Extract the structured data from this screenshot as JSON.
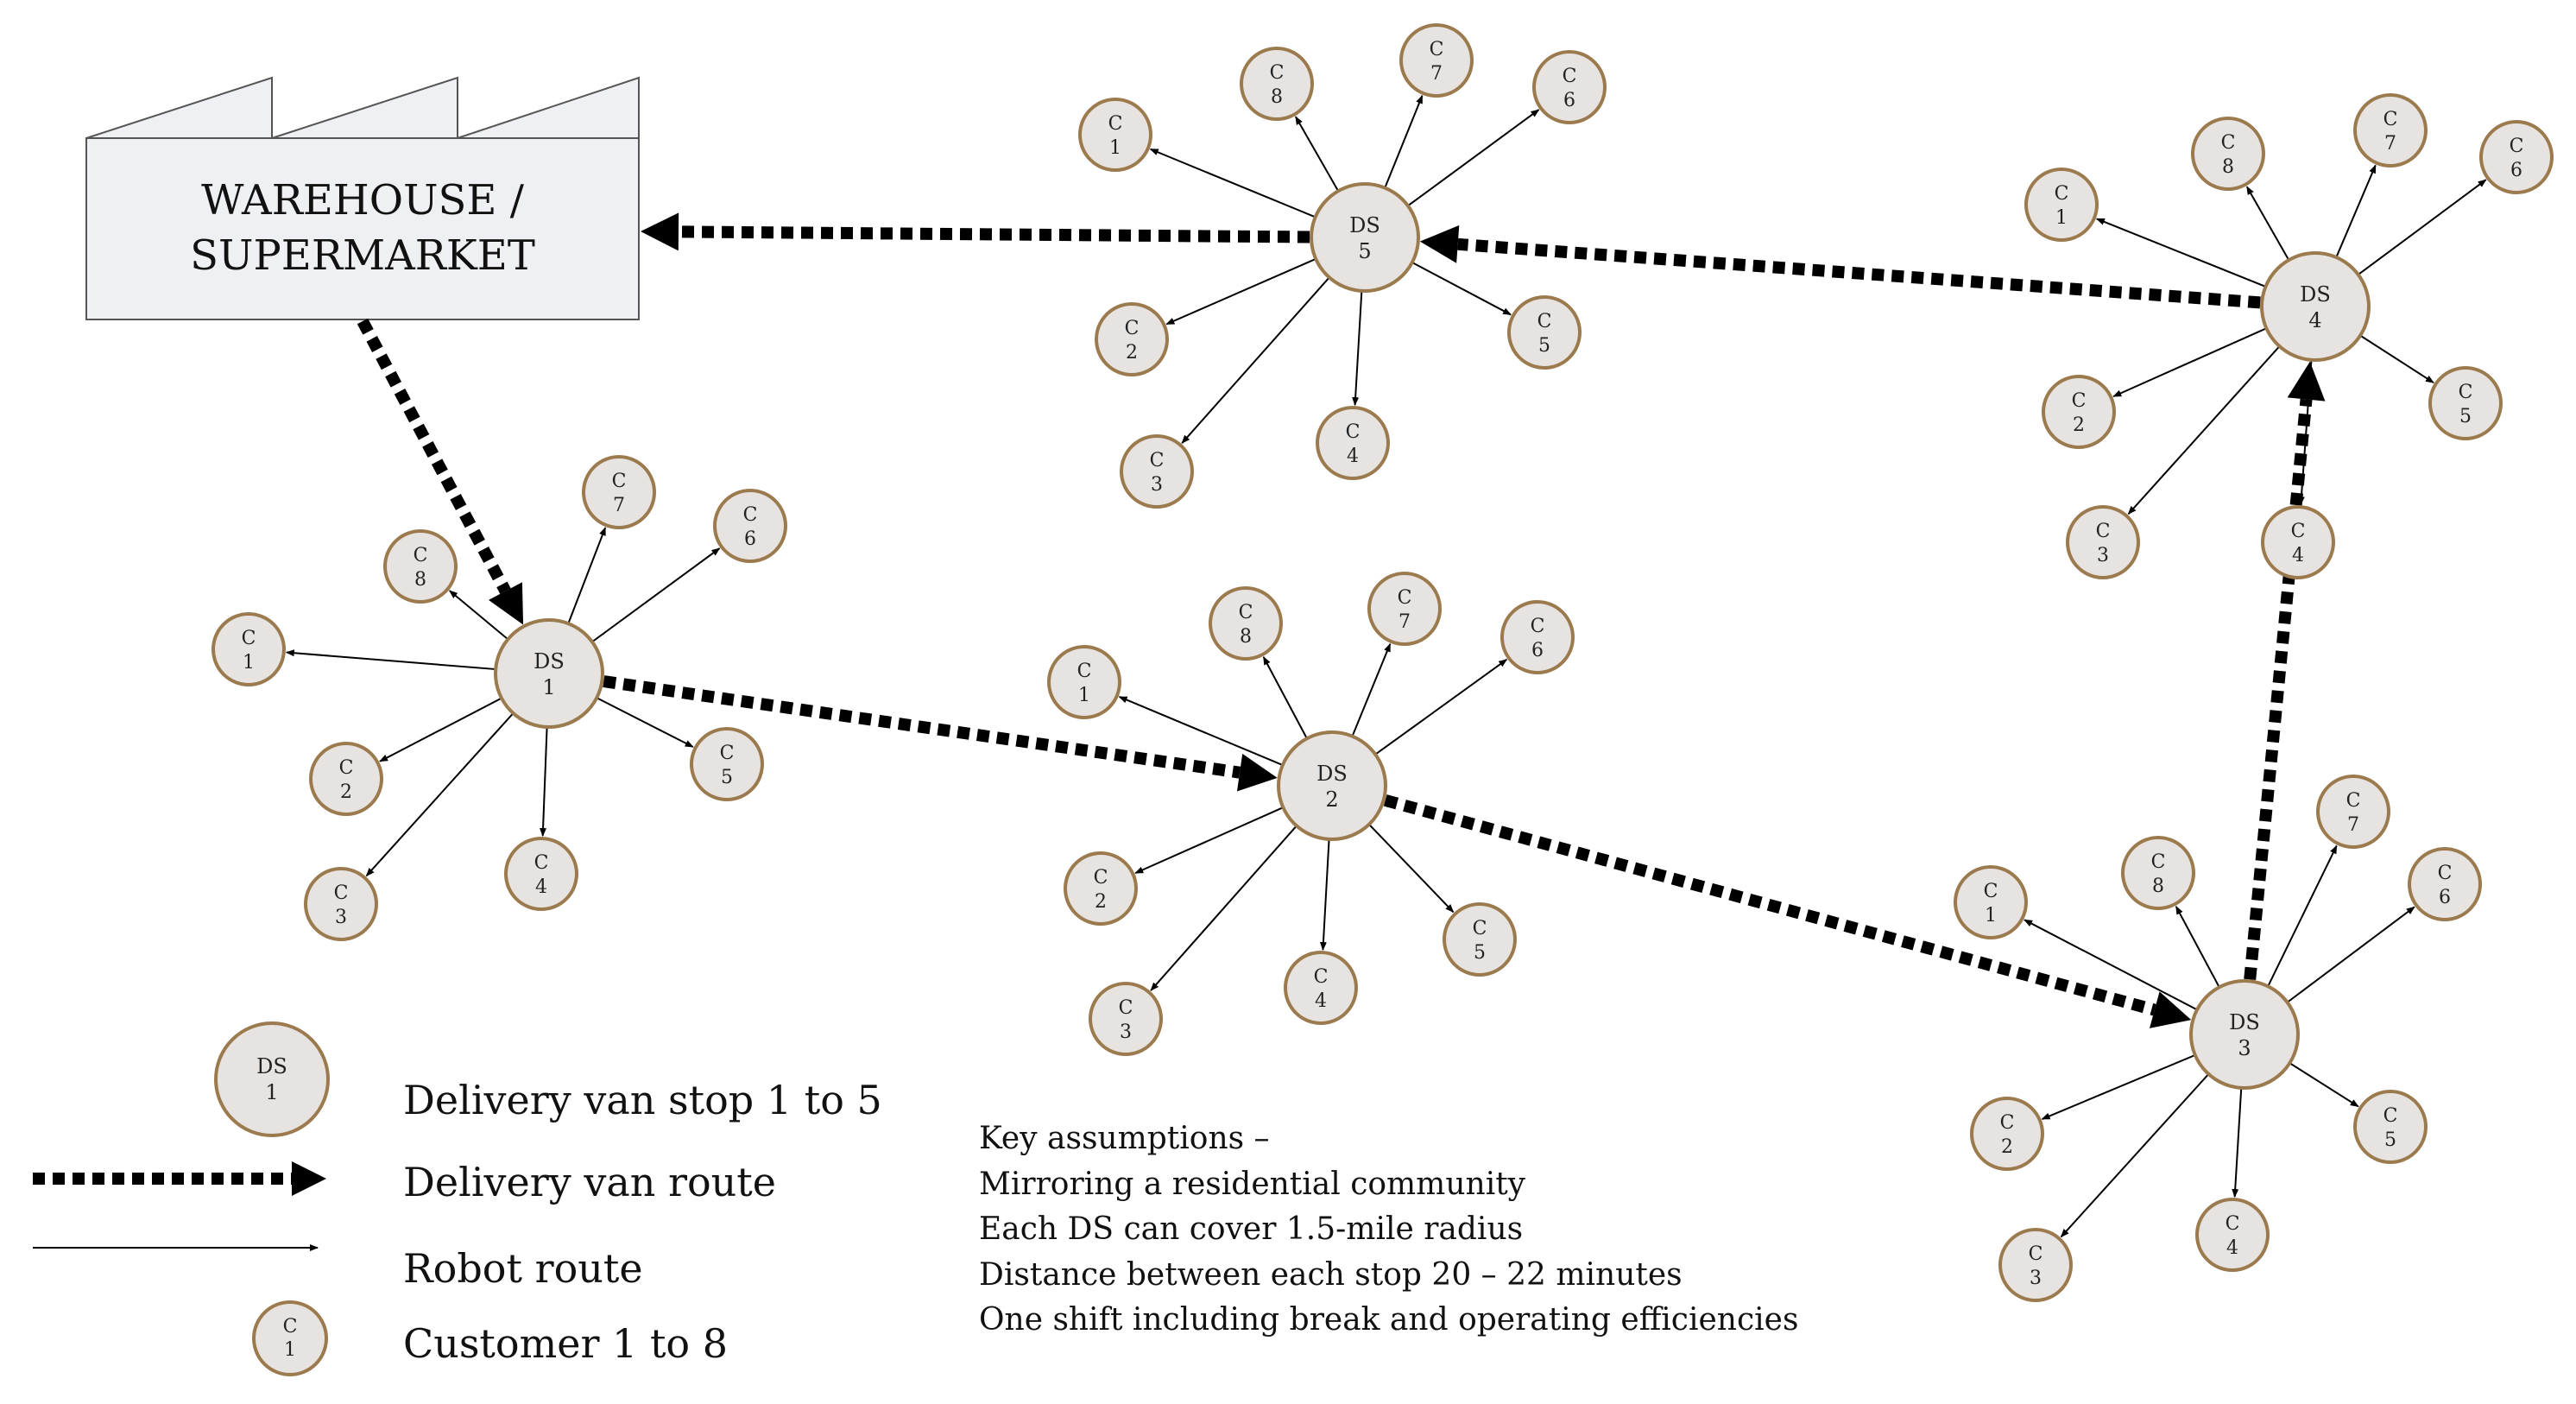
{
  "warehouse": {
    "line1": "WAREHOUSE /",
    "line2": "SUPERMARKET"
  },
  "colors": {
    "node_fill": "#e6e3e1",
    "node_stroke": "#9b7a4e",
    "warehouse_fill": "#eef0f3",
    "line": "#000000"
  },
  "stops": [
    {
      "id": "1",
      "label": "DS",
      "customers": [
        "1",
        "2",
        "3",
        "4",
        "5",
        "6",
        "7",
        "8"
      ]
    },
    {
      "id": "2",
      "label": "DS",
      "customers": [
        "1",
        "2",
        "3",
        "4",
        "5",
        "6",
        "7",
        "8"
      ]
    },
    {
      "id": "3",
      "label": "DS",
      "customers": [
        "1",
        "2",
        "3",
        "4",
        "5",
        "6",
        "7",
        "8"
      ]
    },
    {
      "id": "4",
      "label": "DS",
      "customers": [
        "1",
        "2",
        "3",
        "4",
        "5",
        "6",
        "7",
        "8"
      ]
    },
    {
      "id": "5",
      "label": "DS",
      "customers": [
        "1",
        "2",
        "3",
        "4",
        "5",
        "6",
        "7",
        "8"
      ]
    }
  ],
  "customer_prefix": "C",
  "van_route": [
    "warehouse",
    "DS 1",
    "DS 2",
    "DS 3",
    "DS 4",
    "DS 5",
    "warehouse"
  ],
  "legend": {
    "stop_icon": {
      "top": "DS",
      "bottom": "1"
    },
    "customer_icon": {
      "top": "C",
      "bottom": "1"
    },
    "stop_text": "Delivery van stop 1 to 5",
    "van_route_text": "Delivery van route",
    "robot_route_text": "Robot route",
    "customer_text": "Customer 1 to 8"
  },
  "assumptions": {
    "title": "Key assumptions –",
    "lines": [
      "Mirroring a residential community",
      "Each DS can cover 1.5-mile radius",
      "Distance between each stop 20 – 22 minutes",
      "One shift including break and operating efficiencies"
    ]
  }
}
